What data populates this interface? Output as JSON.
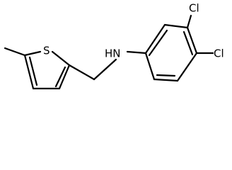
{
  "molecule": {
    "atoms": {
      "sulfur": "S",
      "amine": "HN",
      "chlorine_1": "Cl",
      "chlorine_2": "Cl"
    },
    "colors": {
      "bond": "#000000",
      "text": "#000000",
      "background": "#ffffff"
    }
  }
}
